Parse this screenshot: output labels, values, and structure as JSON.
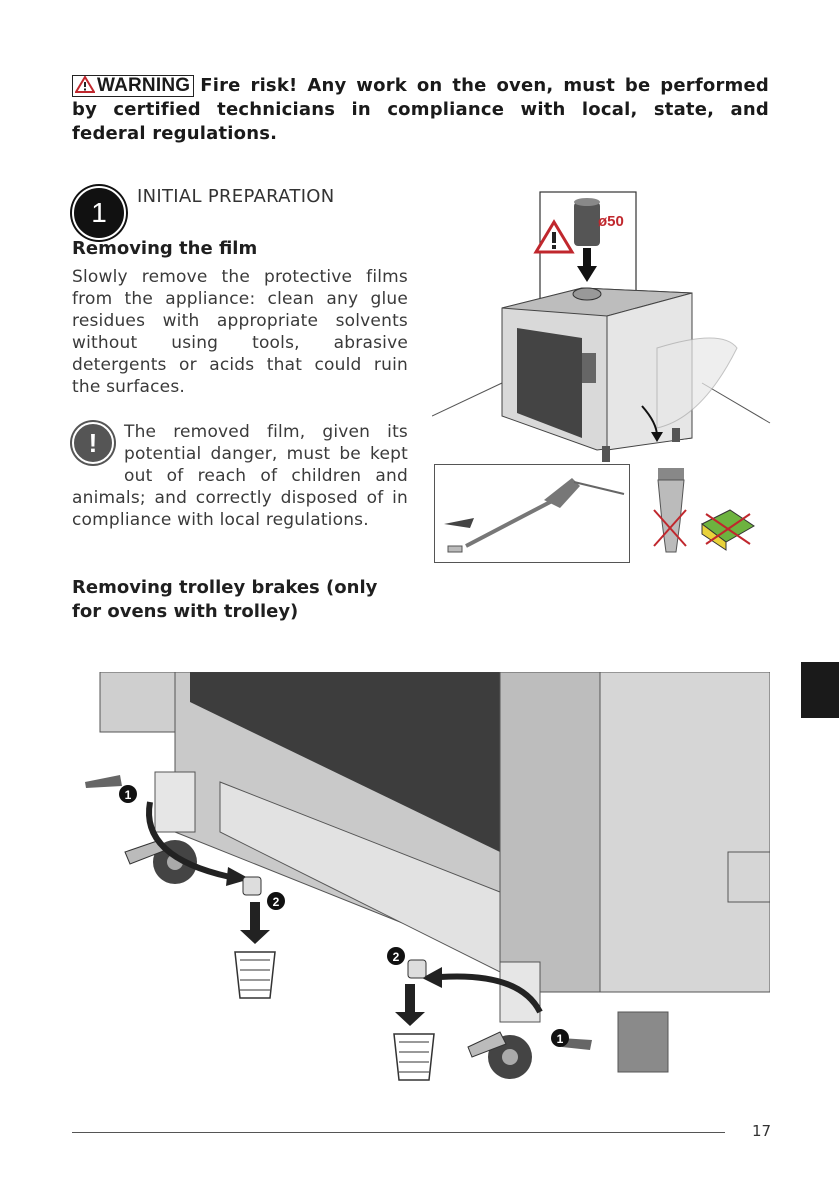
{
  "warning": {
    "label": "WARNING",
    "text": "Fire risk! Any work on the oven, must be performed by certified technicians in compliance with local, state, and federal regulations."
  },
  "step": {
    "number": "1",
    "title": "INITIAL PREPARATION"
  },
  "film_section": {
    "heading": "Removing the film",
    "body": "Slowly remove the protective films from the appliance: clean any glue residues with appropriate solvents without using tools, abrasive detergents or acids that could ruin the surfaces."
  },
  "caution": {
    "icon_symbol": "!",
    "text": "The removed film, given its potential danger, must be kept out of reach of children and animals; and correctly disposed of in compliance with local regulations."
  },
  "brakes_section": {
    "heading": "Removing trolley brakes (only for ovens with trolley)"
  },
  "figure_top": {
    "diameter_label": "ø50"
  },
  "figure_bottom": {
    "callouts": [
      "1",
      "2",
      "2",
      "1"
    ]
  },
  "page": {
    "number": "17"
  },
  "colors": {
    "accent_red": "#c0272d",
    "text_dark": "#1a1a1a",
    "oven_gray": "#cfcfcf"
  }
}
